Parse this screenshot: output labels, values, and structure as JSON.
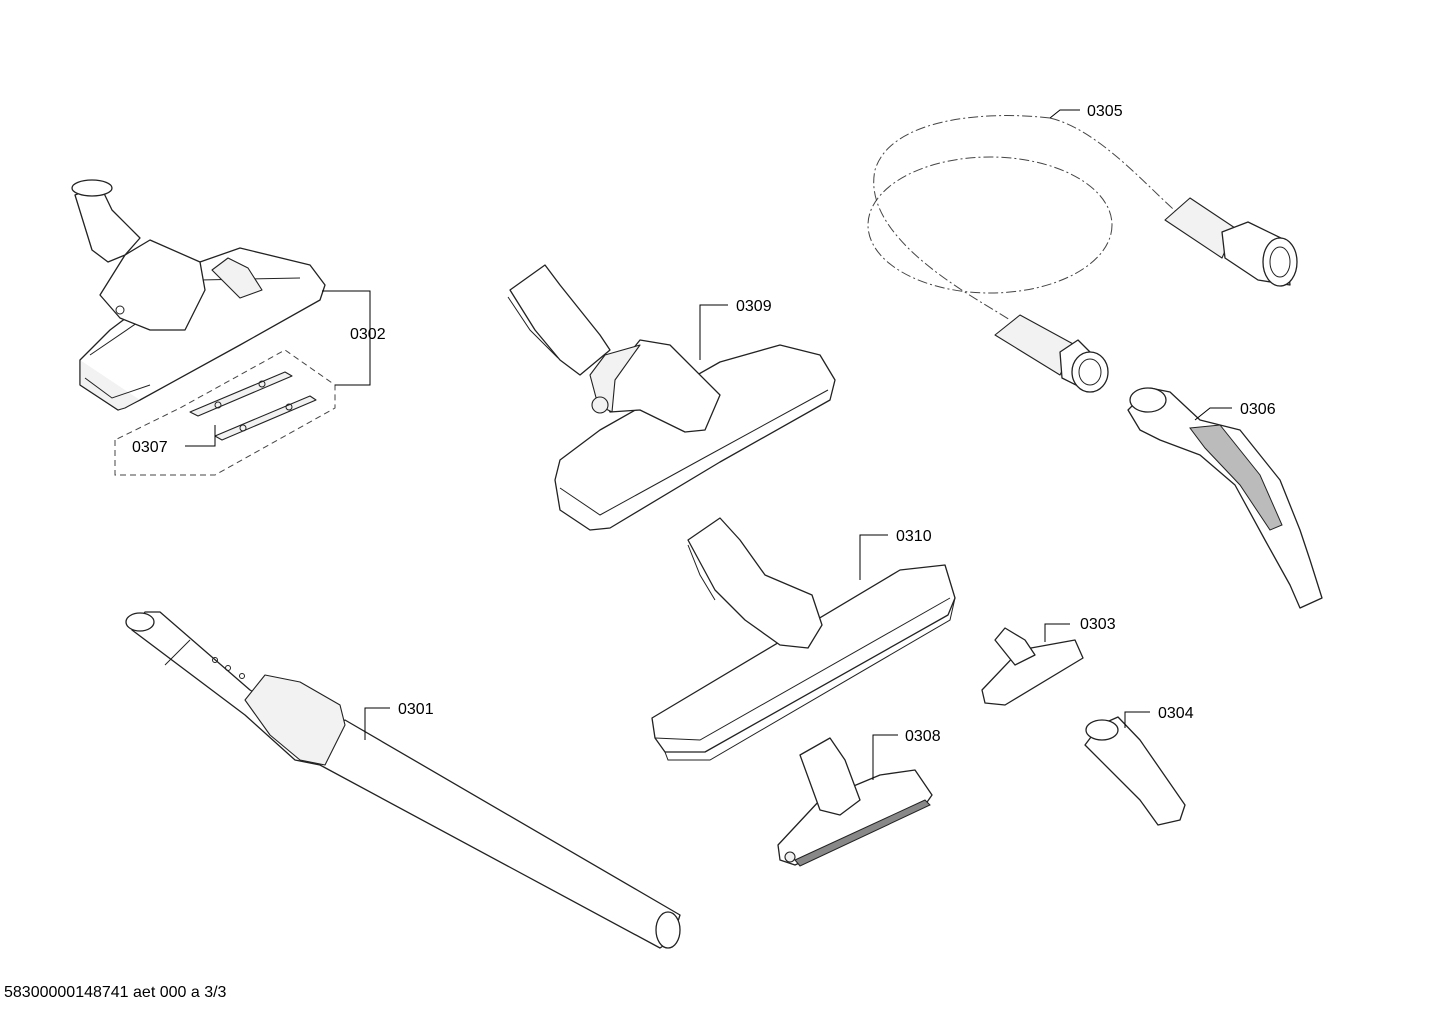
{
  "diagram": {
    "title": "",
    "labels": {
      "p0301": "0301",
      "p0302": "0302",
      "p0303": "0303",
      "p0304": "0304",
      "p0305": "0305",
      "p0306": "0306",
      "p0307": "0307",
      "p0308": "0308",
      "p0309": "0309",
      "p0310": "0310"
    },
    "footer": "58300000148741 aet 000 a 3/3"
  }
}
